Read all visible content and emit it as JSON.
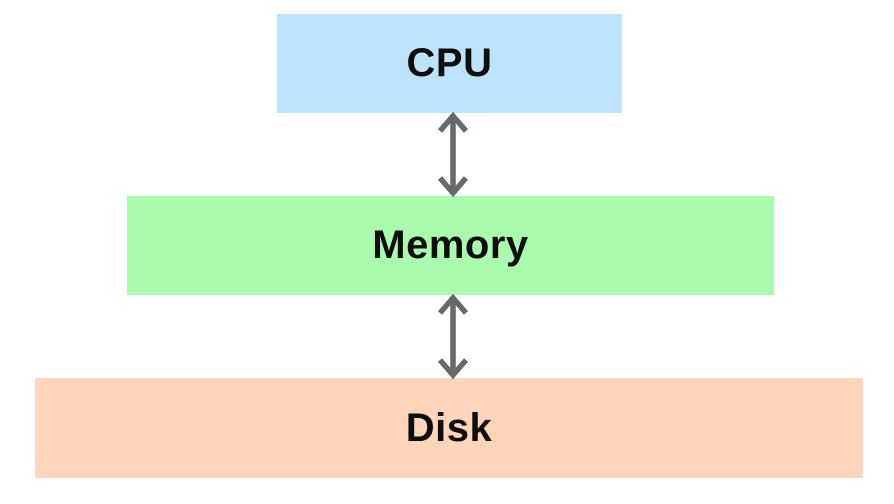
{
  "diagram": {
    "type": "block-diagram",
    "description": "Memory hierarchy diagram with three levels connected by bidirectional arrows",
    "background": "#ffffff",
    "text_color": "#0d0d0d",
    "arrow_color": "#666a6d",
    "nodes": [
      {
        "id": "cpu",
        "label": "CPU",
        "color": "#bee3fd"
      },
      {
        "id": "memory",
        "label": "Memory",
        "color": "#abfbae"
      },
      {
        "id": "disk",
        "label": "Disk",
        "color": "#fed5ba"
      }
    ],
    "edges": [
      {
        "from": "cpu",
        "to": "memory",
        "style": "double-headed-arrow"
      },
      {
        "from": "memory",
        "to": "disk",
        "style": "double-headed-arrow"
      }
    ]
  }
}
